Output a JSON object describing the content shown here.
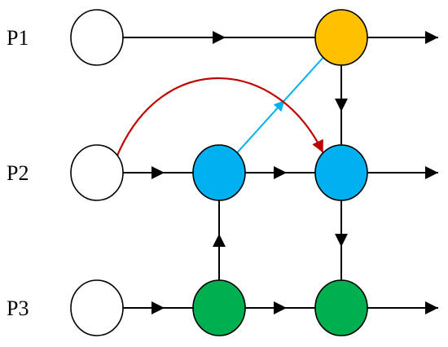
{
  "rows": [
    {
      "label": "P1"
    },
    {
      "label": "P2"
    },
    {
      "label": "P3"
    }
  ],
  "colors": {
    "empty_node": "#ffffff",
    "orange_node": "#FFC000",
    "blue_node": "#00B0F0",
    "green_node": "#00B050",
    "edge_black": "#000000",
    "edge_red": "#C00000",
    "edge_lightblue": "#00B0F0"
  },
  "nodes": [
    {
      "id": "p1-start",
      "row": 0,
      "col": 0,
      "fill": "empty_node"
    },
    {
      "id": "p1-event",
      "row": 0,
      "col": 2,
      "fill": "orange_node"
    },
    {
      "id": "p2-start",
      "row": 1,
      "col": 0,
      "fill": "empty_node"
    },
    {
      "id": "p2-event-a",
      "row": 1,
      "col": 1,
      "fill": "blue_node"
    },
    {
      "id": "p2-event-b",
      "row": 1,
      "col": 2,
      "fill": "blue_node"
    },
    {
      "id": "p3-start",
      "row": 2,
      "col": 0,
      "fill": "empty_node"
    },
    {
      "id": "p3-event-a",
      "row": 2,
      "col": 1,
      "fill": "green_node"
    },
    {
      "id": "p3-event-b",
      "row": 2,
      "col": 2,
      "fill": "green_node"
    }
  ],
  "edges": [
    {
      "from": "p1-start",
      "to": "p1-event",
      "color": "edge_black",
      "style": "midarrow"
    },
    {
      "from": "p1-event",
      "to": "p1-out",
      "color": "edge_black",
      "style": "endarrow"
    },
    {
      "from": "p2-start",
      "to": "p2-event-a",
      "color": "edge_black",
      "style": "midarrow"
    },
    {
      "from": "p2-event-a",
      "to": "p2-event-b",
      "color": "edge_black",
      "style": "midarrow"
    },
    {
      "from": "p2-event-b",
      "to": "p2-out",
      "color": "edge_black",
      "style": "endarrow"
    },
    {
      "from": "p3-start",
      "to": "p3-event-a",
      "color": "edge_black",
      "style": "midarrow"
    },
    {
      "from": "p3-event-a",
      "to": "p3-event-b",
      "color": "edge_black",
      "style": "midarrow"
    },
    {
      "from": "p3-event-b",
      "to": "p3-out",
      "color": "edge_black",
      "style": "endarrow"
    },
    {
      "from": "p1-event",
      "to": "p2-event-b",
      "color": "edge_black",
      "style": "midarrow"
    },
    {
      "from": "p3-event-a",
      "to": "p2-event-a",
      "color": "edge_black",
      "style": "midarrow"
    },
    {
      "from": "p3-event-b",
      "to": "p2-event-b",
      "color": "edge_black",
      "style": "midarrow",
      "reverse": true
    },
    {
      "from": "p2-event-a",
      "to": "p1-event",
      "color": "edge_lightblue",
      "style": "midarrow"
    },
    {
      "from": "p2-start",
      "to": "p2-event-b",
      "color": "edge_red",
      "style": "curve-endarrow"
    }
  ]
}
